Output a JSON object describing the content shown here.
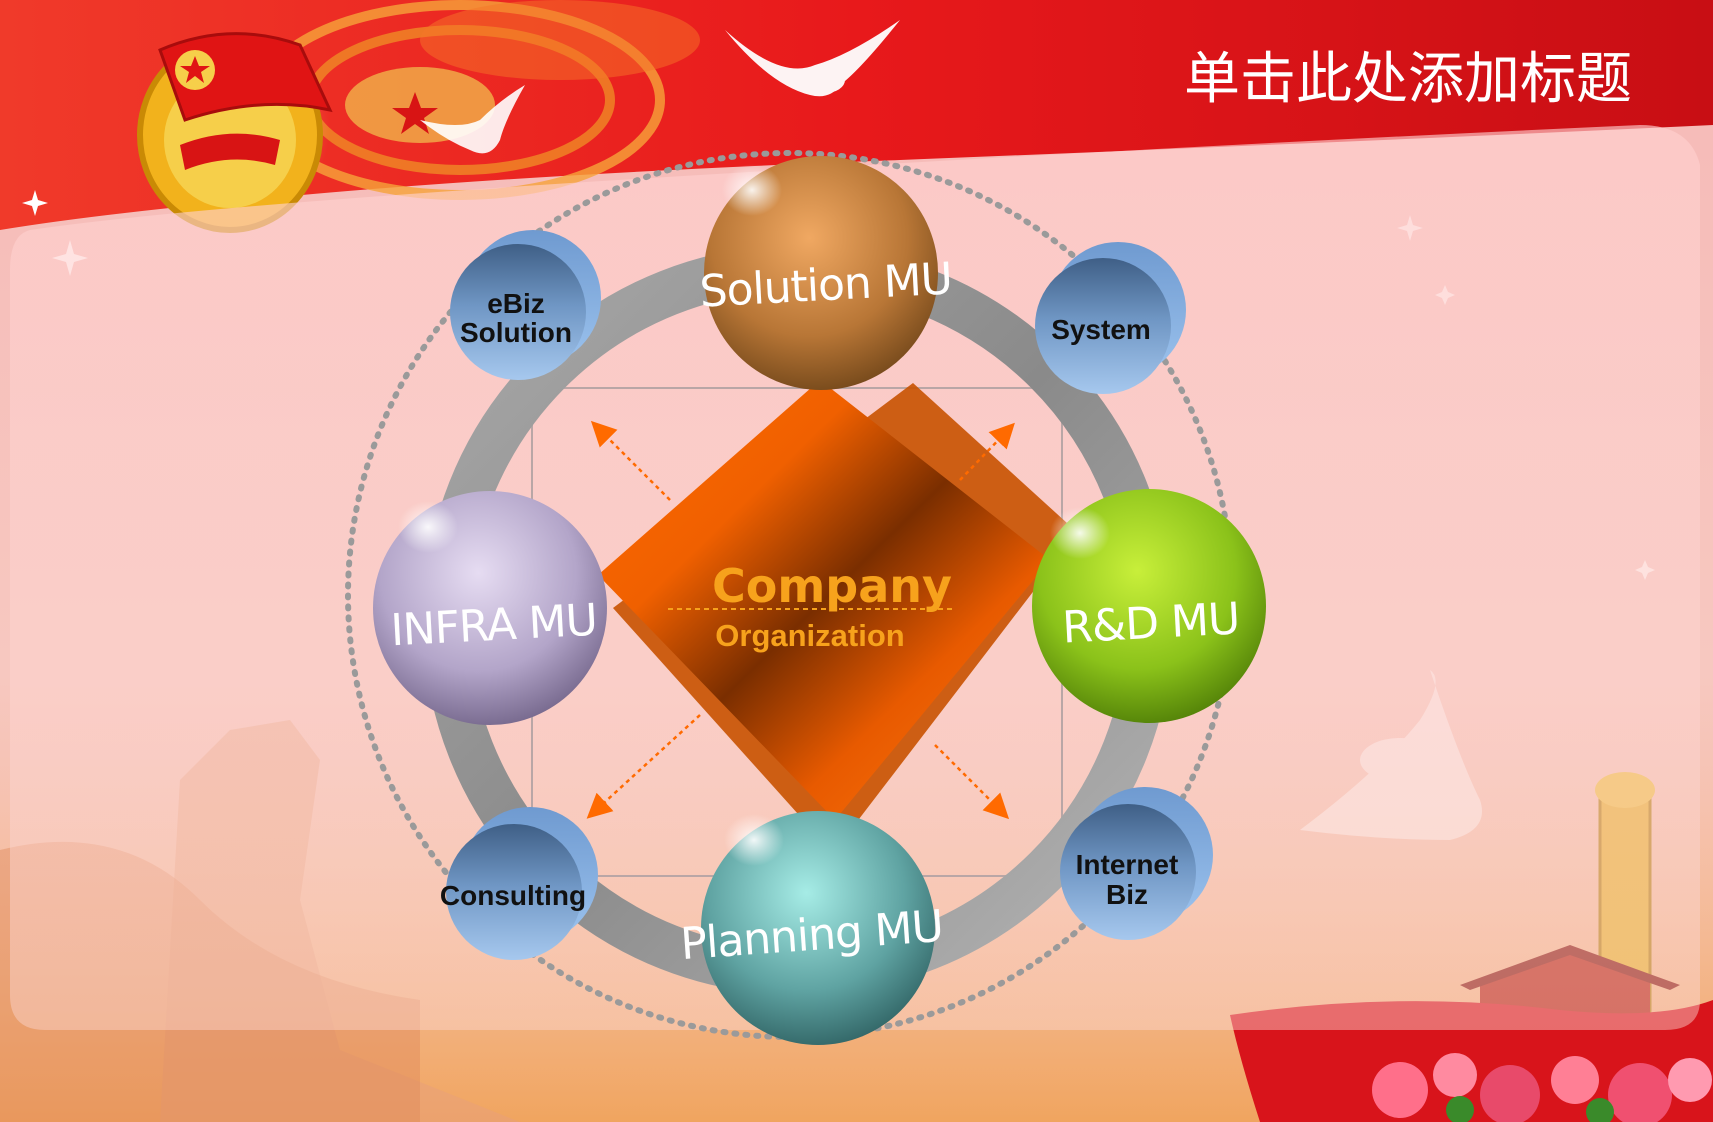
{
  "slide": {
    "title": "单击此处添加标题"
  },
  "center": {
    "title": "Company",
    "subtitle": "Organization"
  },
  "spheres": {
    "top": "Solution MU",
    "left": "INFRA MU",
    "right": "R&D MU",
    "bottom": "Planning MU"
  },
  "satellites": {
    "top_left": [
      "eBiz",
      "Solution"
    ],
    "top_right": [
      "System"
    ],
    "bottom_left": [
      "Consulting"
    ],
    "bottom_right": [
      "Internet",
      "Biz"
    ]
  },
  "colors": {
    "banner_red": "#e8191b",
    "diamond_orange": "#ff6a00",
    "diamond_dark": "#7a2e00",
    "center_text": "#f7a21c",
    "solution": "#b87636",
    "infra": "#b3a5c9",
    "rnd": "#8bc21a",
    "planning": "#5fa3a2",
    "satellite": "#7aa6d8"
  }
}
